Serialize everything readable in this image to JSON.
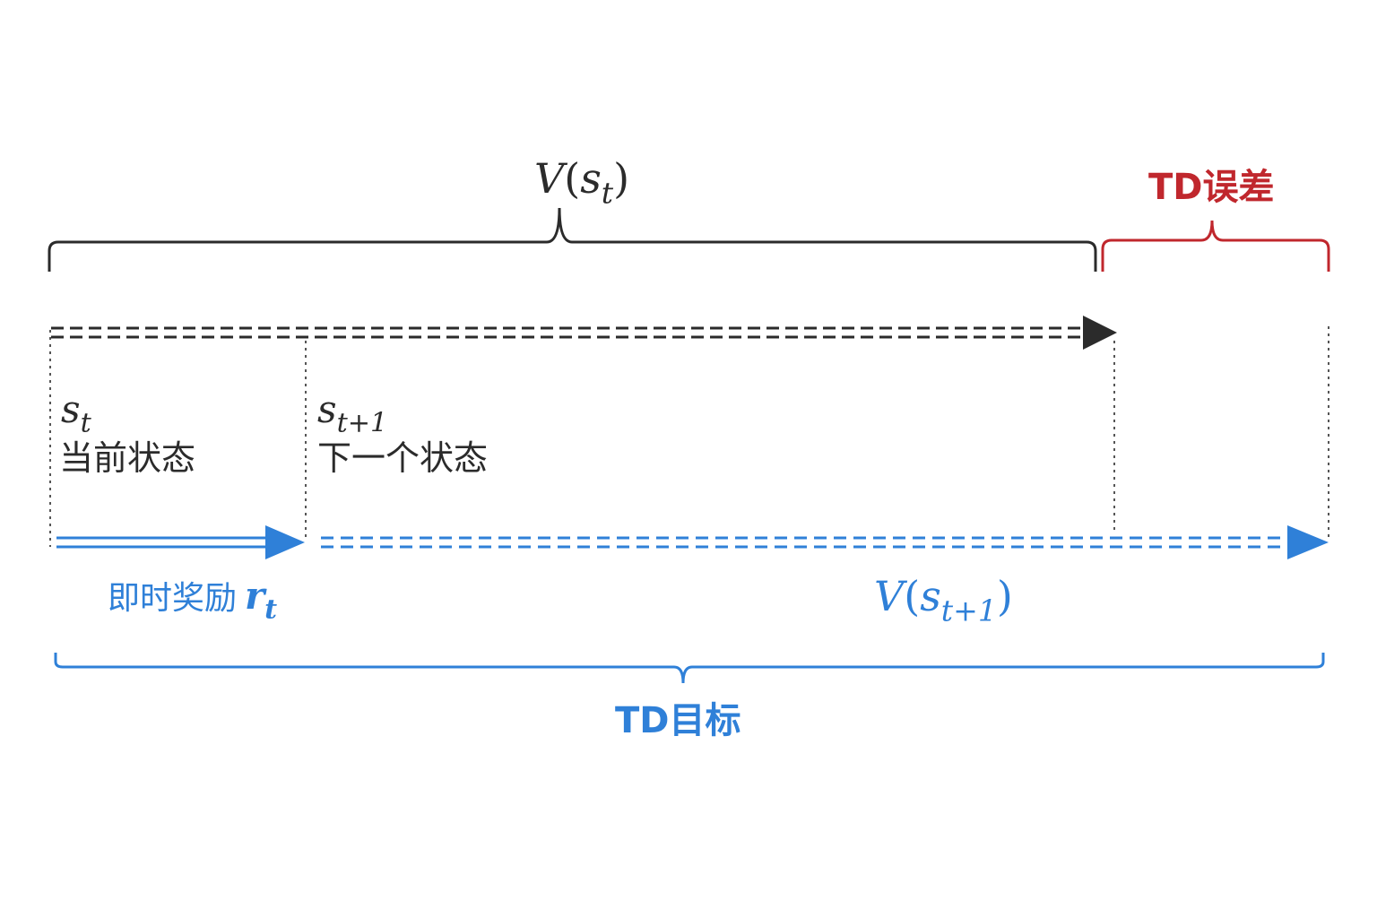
{
  "colors": {
    "black": "#2b2b2b",
    "red": "#c0272d",
    "blue": "#2f80d8"
  },
  "top_brace": {
    "func": "V",
    "state": "s",
    "subscript": "t"
  },
  "td_error": {
    "label": "TD误差"
  },
  "state_current": {
    "symbol": "s",
    "subscript": "t",
    "caption": "当前状态"
  },
  "state_next": {
    "symbol": "s",
    "subscript": "t+1",
    "caption": "下一个状态"
  },
  "reward": {
    "caption": "即时奖励",
    "symbol": "r",
    "subscript": "t"
  },
  "next_value": {
    "func": "V",
    "state": "s",
    "subscript": "t+1"
  },
  "td_target": {
    "label": "TD目标"
  }
}
